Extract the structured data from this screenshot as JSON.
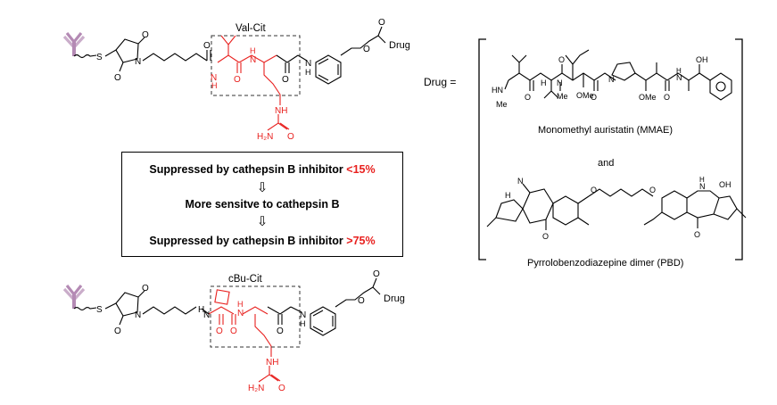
{
  "top_linker": {
    "label": "Val-Cit",
    "drug_label": "Drug",
    "atoms": {
      "S": "S",
      "N": "N",
      "O": "O",
      "H": "H",
      "NH": "NH",
      "NH2": "H₂N"
    }
  },
  "comparison_box": {
    "line1_prefix": "Suppressed by cathepsin B inhibitor ",
    "line1_value": "<15%",
    "line2": "More sensitve to cathepsin B",
    "line3_prefix": "Suppressed by cathepsin B inhibitor ",
    "line3_value": ">75%",
    "arrow1": "⇩",
    "arrow2": "⇩"
  },
  "bottom_linker": {
    "label": "cBu-Cit",
    "drug_label": "Drug"
  },
  "drug_panel": {
    "drug_eq": "Drug =",
    "mmae_name": "Monomethyl auristatin (MMAE)",
    "and_label": "and",
    "pbd_name": "Pyrrolobenzodiazepine dimer (PBD)",
    "labels": {
      "HN": "HN",
      "Me": "Me",
      "N": "N",
      "O": "O",
      "OMe": "OMe",
      "OH": "OH",
      "H": "H"
    }
  },
  "colors": {
    "highlight": "#e8211f",
    "antibody": "#b48ab4",
    "box_border": "#000000"
  }
}
